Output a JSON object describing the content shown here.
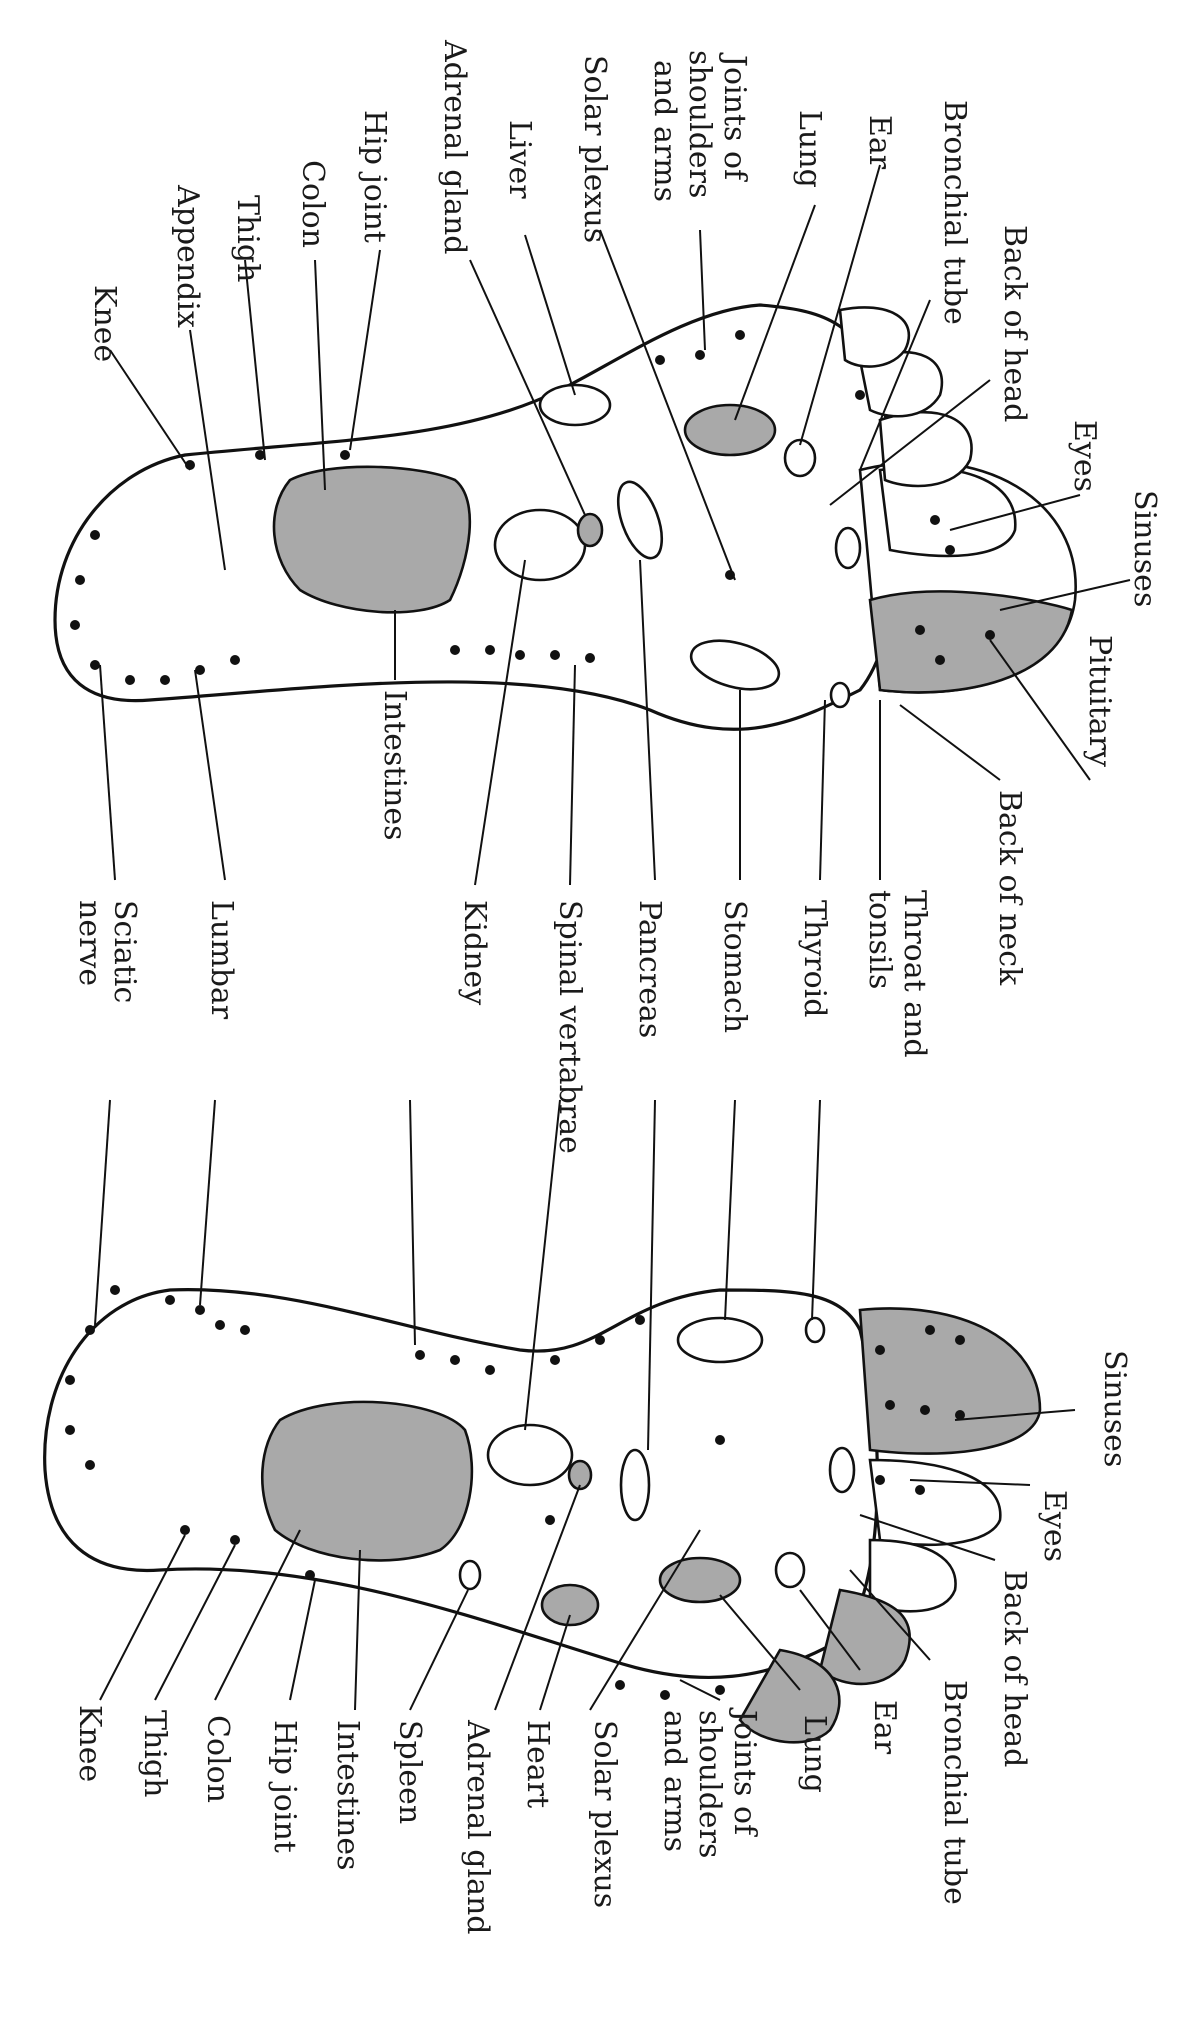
{
  "diagram": {
    "upper_foot": {
      "labels": {
        "knee": "Knee",
        "appendix": "Appendix",
        "thigh": "Thigh",
        "colon": "Colon",
        "hip_joint": "Hip joint",
        "adrenal_gland": "Adrenal gland",
        "liver": "Liver",
        "solar_plexus": "Solar plexus",
        "joints_line1": "Joints of",
        "joints_line2": "shoulders",
        "joints_line3": "and arms",
        "lung": "Lung",
        "ear": "Ear",
        "bronchial_tube": "Bronchial tube",
        "back_of_head": "Back of head",
        "eyes": "Eyes",
        "sinuses": "Sinuses",
        "pituitary": "Pituitary",
        "back_of_neck": "Back of neck",
        "intestines": "Intestines",
        "throat_line1": "Throat and",
        "throat_line2": "tonsils",
        "thyroid": "Thyroid",
        "stomach": "Stomach",
        "pancreas": "Pancreas",
        "spinal_vertabrae": "Spinal vertabrae",
        "kidney": "Kidney",
        "lumbar": "Lumbar",
        "sciatic_line1": "Sciatic",
        "sciatic_line2": "nerve"
      }
    },
    "lower_foot": {
      "labels": {
        "sinuses": "Sinuses",
        "eyes": "Eyes",
        "back_of_head": "Back of head",
        "bronchial_tube": "Bronchial tube",
        "ear": "Ear",
        "lung": "Lung",
        "joints_line1": "Joints of",
        "joints_line2": "shoulders",
        "joints_line3": "and arms",
        "solar_plexus": "Solar plexus",
        "heart": "Heart",
        "adrenal_gland": "Adrenal gland",
        "spleen": "Spleen",
        "intestines": "Intestines",
        "hip_joint": "Hip joint",
        "colon": "Colon",
        "thigh": "Thigh",
        "knee": "Knee"
      }
    }
  }
}
